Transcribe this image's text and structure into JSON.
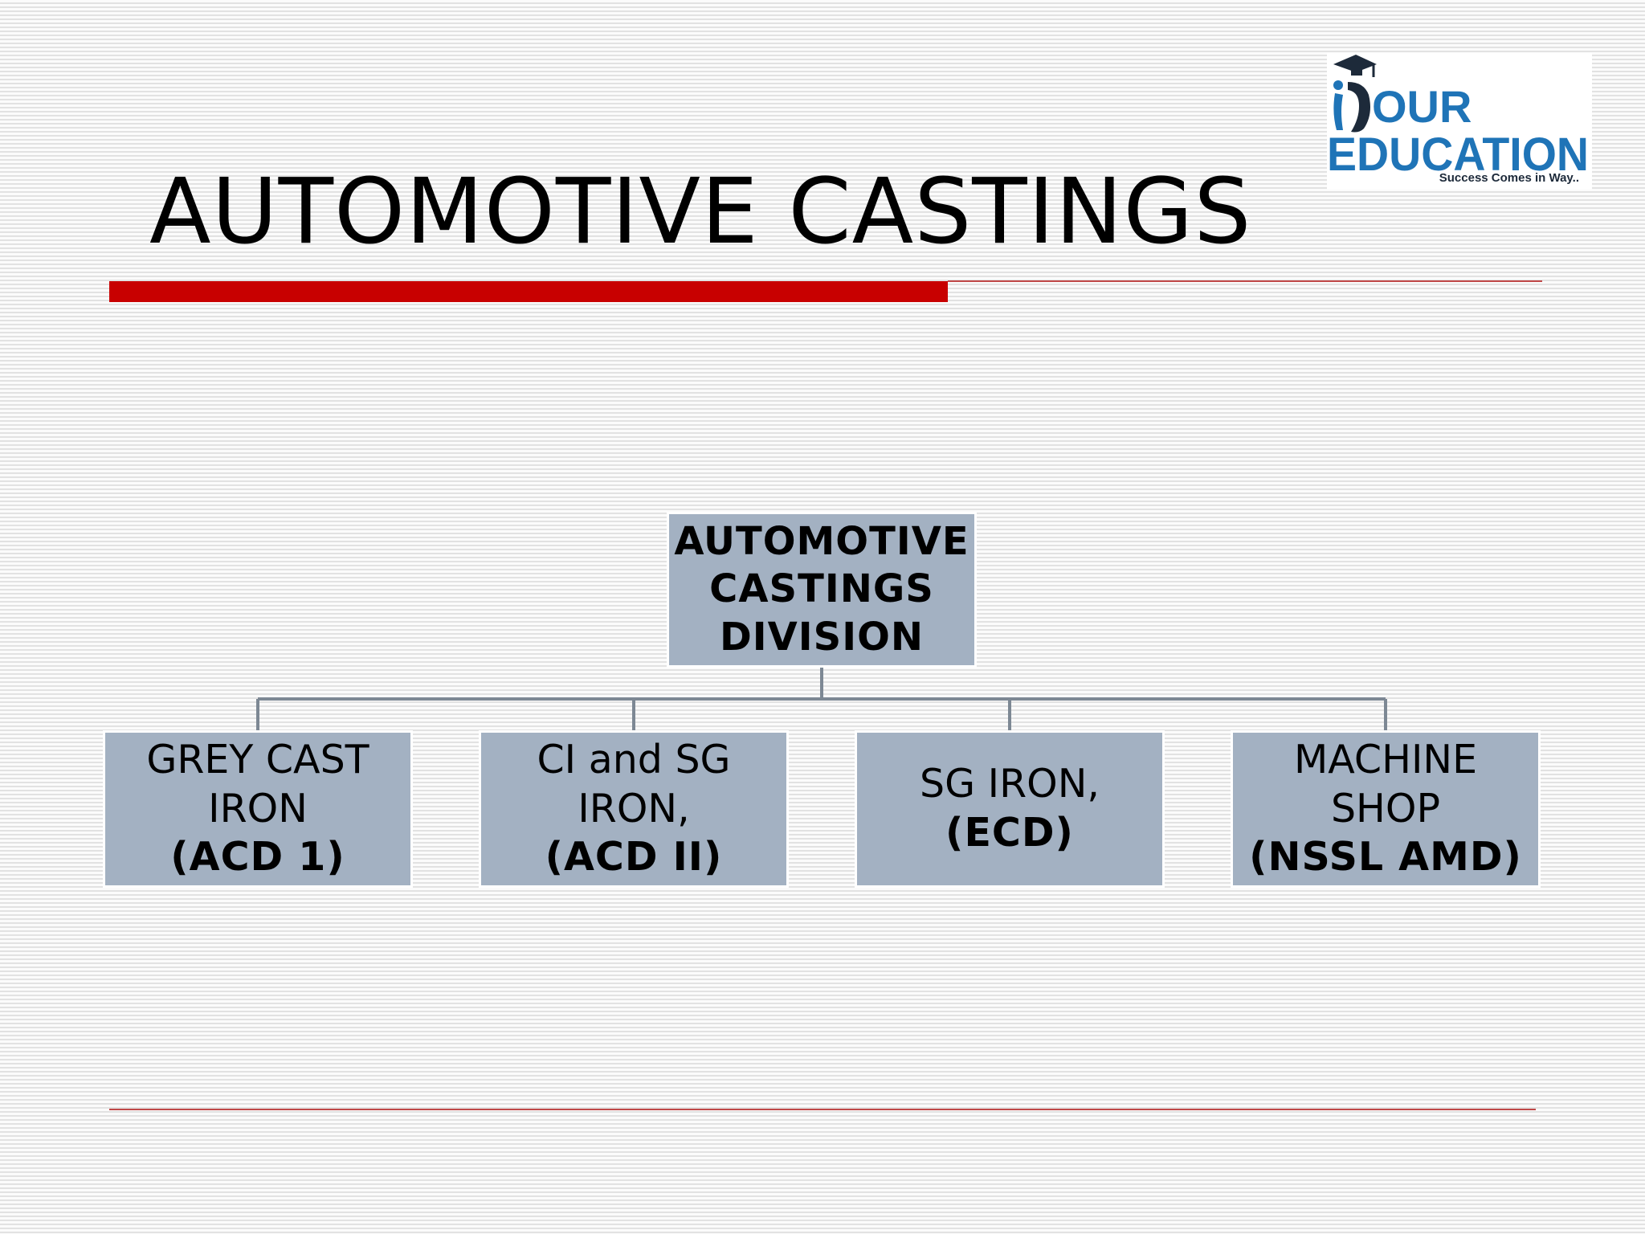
{
  "slide": {
    "title": "AUTOMOTIVE CASTINGS",
    "colors": {
      "accent_red": "#c80000",
      "thin_rule": "#c04848",
      "box_fill": "#a3b1c2",
      "connector": "#7d8894",
      "logo_blue": "#1f74b7"
    }
  },
  "logo": {
    "line1": "OUR",
    "line2": "EDUCATION",
    "tagline": "Success Comes in Way..",
    "icon": "graduate-cap-icon"
  },
  "org_chart": {
    "root": {
      "lines": [
        "AUTOMOTIVE",
        "CASTINGS",
        "DIVISION"
      ]
    },
    "children": [
      {
        "lines": [
          "GREY CAST",
          "IRON"
        ],
        "code": "(ACD 1)"
      },
      {
        "lines": [
          "CI and SG",
          "IRON,"
        ],
        "code": "(ACD II)"
      },
      {
        "lines": [
          "SG IRON,"
        ],
        "code": "(ECD)"
      },
      {
        "lines": [
          "MACHINE",
          "SHOP"
        ],
        "code": "(NSSL AMD)"
      }
    ]
  }
}
